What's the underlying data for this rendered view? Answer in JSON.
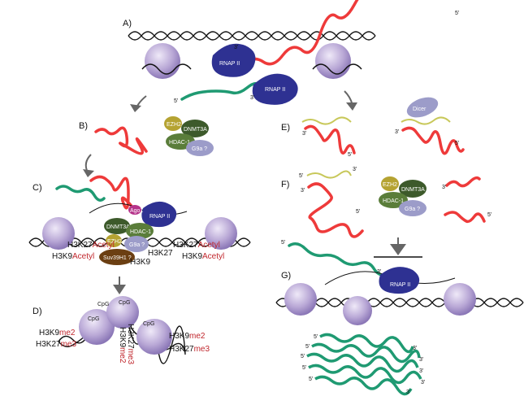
{
  "panels": {
    "a": "A)",
    "b": "B)",
    "c": "C)",
    "d": "D)",
    "e": "E)",
    "f": "F)",
    "g": "G)"
  },
  "primes": {
    "five": "5'",
    "three": "3'"
  },
  "proteins": {
    "rnap": "RNAP II",
    "ezh2": "EZH2",
    "dnmt3a": "DNMT3A",
    "hdac1": "HDAC-1",
    "g9a": "G9a ?",
    "suv39h1": "Suv39H1 ?",
    "ago1": "Ago1",
    "dicer": "Dicer"
  },
  "marks": {
    "h3k27": "H3K27",
    "h3k9": "H3K9",
    "acetyl": "Acetyl",
    "me2": "me2",
    "me3": "me3",
    "cpg": "CpG"
  },
  "colors": {
    "red_rna": "#ee3a3a",
    "green_rna": "#1f9a72",
    "rnap": "#2e3192",
    "nucleosome": "#b9a8d6",
    "ezh2": "#b5a332",
    "dnmt3a": "#3d5a2b",
    "hdac1": "#5a7d3a",
    "g9a": "#9c9cc9",
    "suv39h1": "#6b3f12",
    "dicer": "#9c9cc9",
    "ago1": "#b5338a",
    "mark_red": "#c0272d"
  }
}
